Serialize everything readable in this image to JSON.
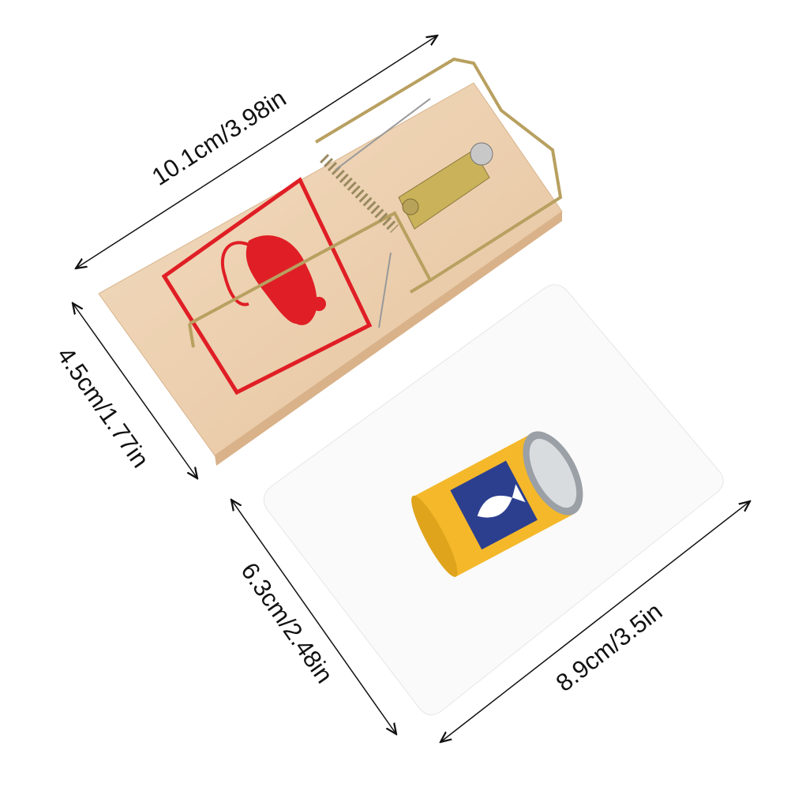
{
  "dimensions": {
    "trap_length": "10.1cm/3.98in",
    "trap_width": "4.5cm/1.77in",
    "card_height": "6.3cm/2.48in",
    "card_width": "8.9cm/3.5in"
  },
  "colors": {
    "wood": "#eccfae",
    "red_print": "#e01e25",
    "metal": "#b8a060",
    "can_yellow": "#f4b82a",
    "can_label": "#2c3f8f"
  }
}
